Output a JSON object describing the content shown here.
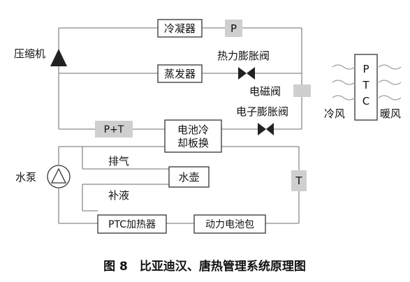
{
  "diagram": {
    "caption": "图 8　比亚迪汉、唐热管理系统原理图",
    "components": {
      "compressor": "压缩机",
      "condenser": "冷凝器",
      "p_sensor": "P",
      "evaporator": "蒸发器",
      "thermal_valve": "热力膨胀阀",
      "solenoid_valve": "电磁阀",
      "electronic_valve": "电子膨胀阀",
      "pt_sensor": "P+T",
      "chiller_line1": "电池冷",
      "chiller_line2": "却板换",
      "pump": "水泵",
      "exhaust": "排气",
      "kettle": "水壶",
      "refill": "补液",
      "t_sensor": "T",
      "ptc_heater": "PTC加热器",
      "battery": "动力电池包",
      "ptc_p": "P",
      "ptc_t": "T",
      "ptc_c": "C",
      "cold_air": "冷风",
      "warm_air": "暖风"
    }
  }
}
